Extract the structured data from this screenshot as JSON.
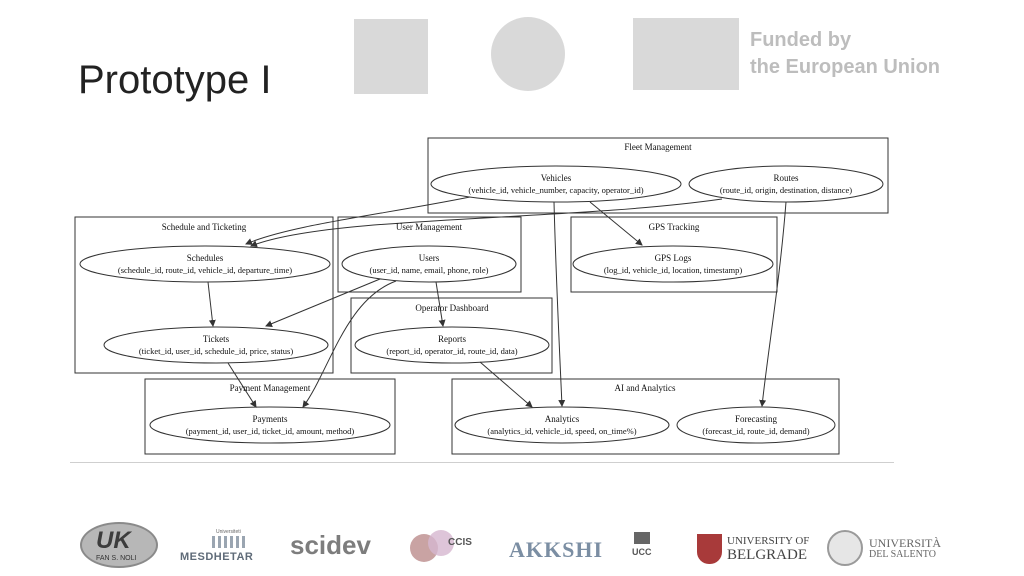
{
  "slide": {
    "title": "Prototype I",
    "funding_line1": "Funded by",
    "funding_line2": "the European Union"
  },
  "colors": {
    "accent_text": "#222222",
    "funding_text": "#bdbdbd",
    "diagram_line": "#333333",
    "logo_gray": "#d9d9d9"
  },
  "diagram": {
    "clusters": {
      "fleet": "Fleet Management",
      "schedule": "Schedule and Ticketing",
      "user": "User Management",
      "gps": "GPS Tracking",
      "operator": "Operator Dashboard",
      "payment": "Payment Management",
      "ai": "AI and Analytics"
    },
    "nodes": {
      "vehicles": {
        "name": "Vehicles",
        "fields": "(vehicle_id, vehicle_number, capacity, operator_id)"
      },
      "routes": {
        "name": "Routes",
        "fields": "(route_id, origin, destination, distance)"
      },
      "schedules": {
        "name": "Schedules",
        "fields": "(schedule_id, route_id, vehicle_id, departure_time)"
      },
      "users": {
        "name": "Users",
        "fields": "(user_id, name, email, phone, role)"
      },
      "gps_logs": {
        "name": "GPS Logs",
        "fields": "(log_id, vehicle_id, location, timestamp)"
      },
      "tickets": {
        "name": "Tickets",
        "fields": "(ticket_id, user_id, schedule_id, price, status)"
      },
      "reports": {
        "name": "Reports",
        "fields": "(report_id, operator_id, route_id, data)"
      },
      "payments": {
        "name": "Payments",
        "fields": "(payment_id, user_id, ticket_id, amount, method)"
      },
      "analytics": {
        "name": "Analytics",
        "fields": "(analytics_id, vehicle_id, speed, on_time%)"
      },
      "forecasting": {
        "name": "Forecasting",
        "fields": "(forecast_id, route_id, demand)"
      }
    }
  },
  "footer_logos": {
    "uk": "UK",
    "uk_caption": "FAN S. NOLI",
    "mesdhetar": "MESDHETAR",
    "mesdhetar_small": "Universiteti",
    "scidev": "scidev",
    "ccis": "CCIS",
    "akkshi": "AKKSHI",
    "ucc": "UCC",
    "belgrade_top": "UNIVERSITY OF",
    "belgrade_bottom": "BELGRADE",
    "salento_top": "UNIVERSITÀ",
    "salento_bottom": "DEL SALENTO"
  }
}
